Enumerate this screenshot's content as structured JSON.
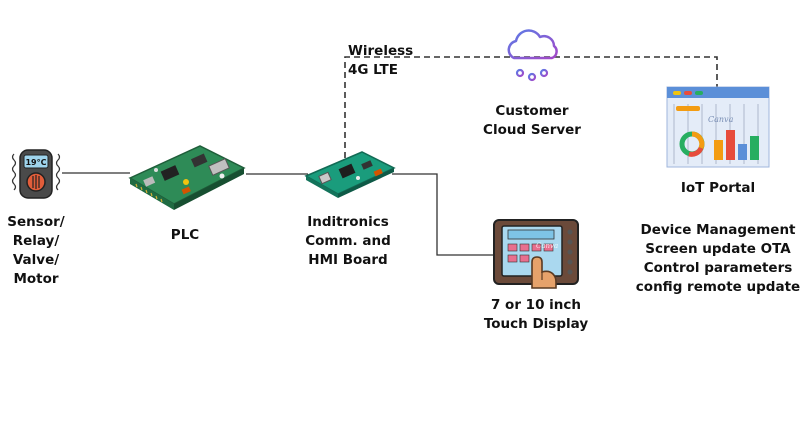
{
  "connection_label": {
    "line1": "Wireless",
    "line2": "4G LTE"
  },
  "nodes": {
    "sensor": {
      "lines": [
        "Sensor/",
        "Relay/",
        "Valve/",
        "Motor"
      ],
      "display_text": "19°C"
    },
    "plc": {
      "label": "PLC"
    },
    "hmi_board": {
      "lines": [
        "Inditronics",
        "Comm. and",
        "HMI Board"
      ]
    },
    "cloud": {
      "lines": [
        "Customer",
        "Cloud Server"
      ]
    },
    "touch_display": {
      "lines": [
        "7 or 10 inch",
        "Touch Display"
      ],
      "watermark": "Canva"
    },
    "iot_portal": {
      "label": "IoT Portal",
      "watermark": "Canva"
    }
  },
  "features": [
    "Device Management",
    "Screen update OTA",
    "Control parameters",
    "config remote update"
  ],
  "colors": {
    "line": "#333333",
    "pcb_green": "#2e8b57",
    "cloud_purple": "#7b4fd6",
    "portal_blue": "#5b8fd8",
    "chart_orange": "#f39c12",
    "chart_red": "#e74c3c",
    "chart_green": "#27ae60"
  },
  "icons": [
    "thermometer-sensor-icon",
    "pcb-board-icon",
    "cloud-server-icon",
    "touch-display-icon",
    "iot-portal-icon"
  ]
}
